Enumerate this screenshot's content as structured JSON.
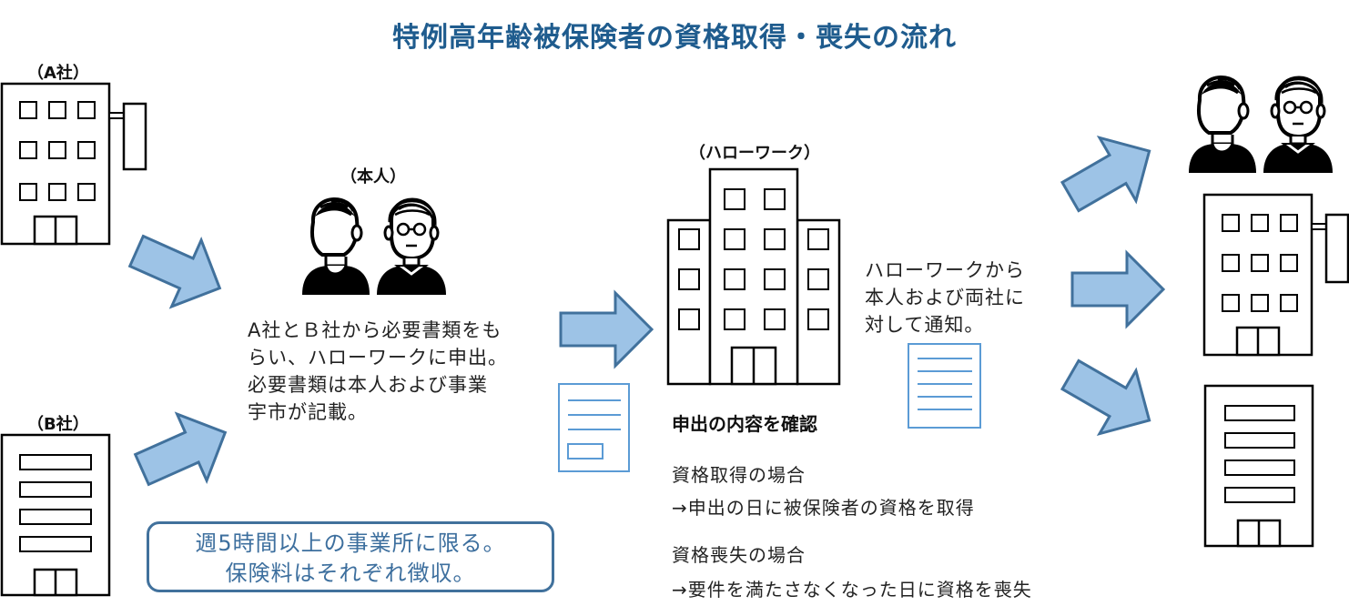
{
  "title": "特例高年齢被保険者の資格取得・喪失の流れ",
  "labels": {
    "company_a": "（A社）",
    "company_b": "（B社）",
    "person": "（本人）",
    "hellowork": "（ハローワーク）"
  },
  "person_text": [
    "A社とＢ社から必要書類をも",
    "らい、ハローワークに申出。",
    "必要書類は本人および事業",
    "宇市が記載。"
  ],
  "hellowork_text": [
    "ハローワークから",
    "本人および両社に",
    "対して通知。"
  ],
  "confirm": {
    "heading": "申出の内容を確認",
    "acquire_title": "資格取得の場合",
    "acquire_detail": "→申出の日に被保険者の資格を取得",
    "loss_title": "資格喪失の場合",
    "loss_detail": "→要件を満たさなくなった日に資格を喪失"
  },
  "note": [
    "週5時間以上の事業所に限る。",
    "保険料はそれぞれ徴収。"
  ],
  "icons": {
    "arrow": "block-arrow-icon",
    "person": "elderly-couple-icon",
    "office": "office-building-icon",
    "document": "document-icon"
  },
  "colors": {
    "title": "#1f5c8e",
    "arrow_fill": "#9dc3e6",
    "arrow_stroke": "#41719c",
    "note_border": "#41719c",
    "note_text": "#3d6f9e",
    "document_line": "#5b9bd5"
  }
}
